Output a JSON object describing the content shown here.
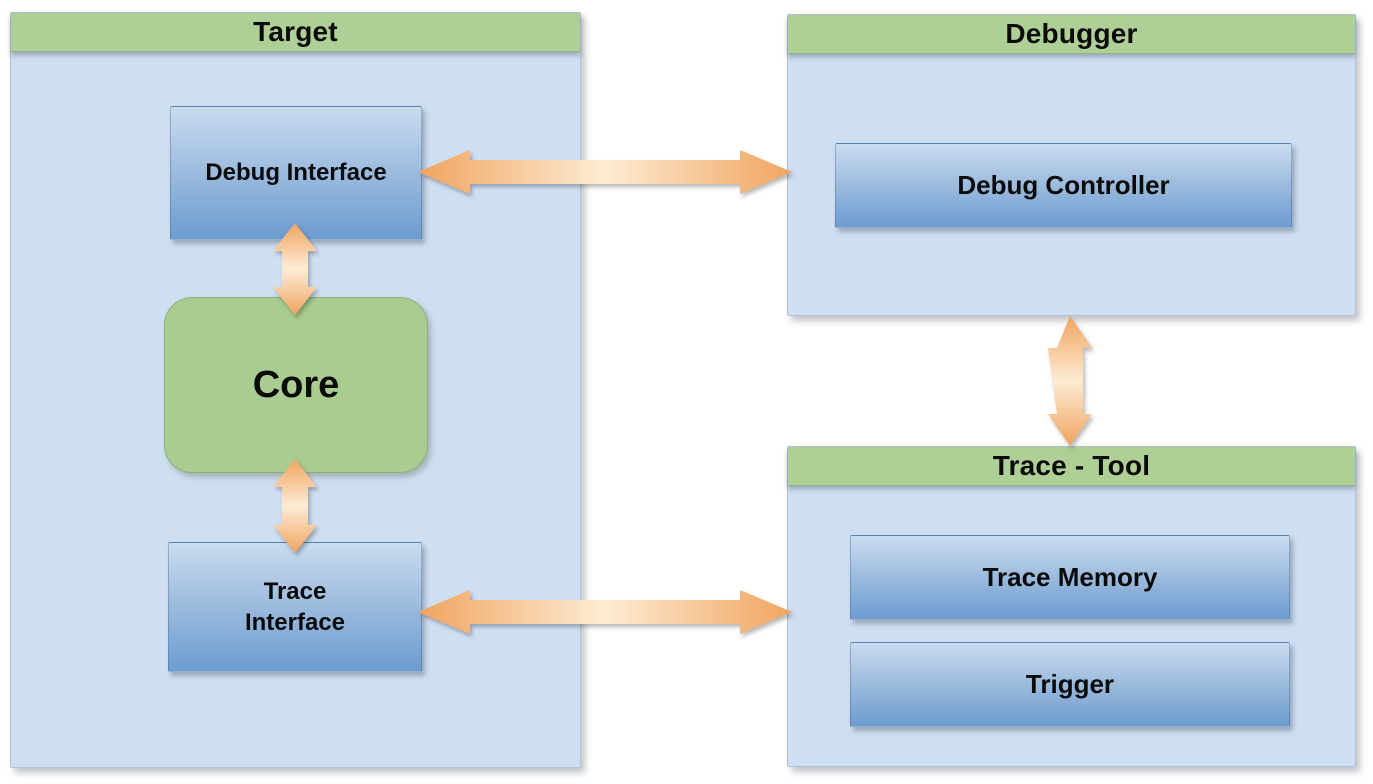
{
  "panels": {
    "target": {
      "title": "Target"
    },
    "debugger": {
      "title": "Debugger"
    },
    "trace_tool": {
      "title": "Trace - Tool"
    }
  },
  "nodes": {
    "debug_interface": {
      "label": "Debug Interface"
    },
    "core": {
      "label": "Core"
    },
    "trace_interface": {
      "label": "Trace\nInterface"
    },
    "debug_controller": {
      "label": "Debug Controller"
    },
    "trace_memory": {
      "label": "Trace Memory"
    },
    "trigger": {
      "label": "Trigger"
    }
  },
  "connections": [
    {
      "from": "debug_interface",
      "to": "debug_controller",
      "type": "bidirectional"
    },
    {
      "from": "debug_interface",
      "to": "core",
      "type": "bidirectional"
    },
    {
      "from": "core",
      "to": "trace_interface",
      "type": "bidirectional"
    },
    {
      "from": "trace_interface",
      "to": "trace_tool",
      "type": "bidirectional"
    },
    {
      "from": "debugger",
      "to": "trace_tool",
      "type": "bidirectional"
    }
  ],
  "colors": {
    "panel_header_green": "#aed096",
    "panel_body_blue": "#cfdff2",
    "core_green": "#a9cc90",
    "node_blue_top": "#cadcf0",
    "node_blue_bottom": "#6c9cd0",
    "arrow_orange_dark": "#f0a45f",
    "arrow_orange_light": "#fdecd4",
    "text": "#0b0b0b",
    "background": "#ffffff"
  }
}
